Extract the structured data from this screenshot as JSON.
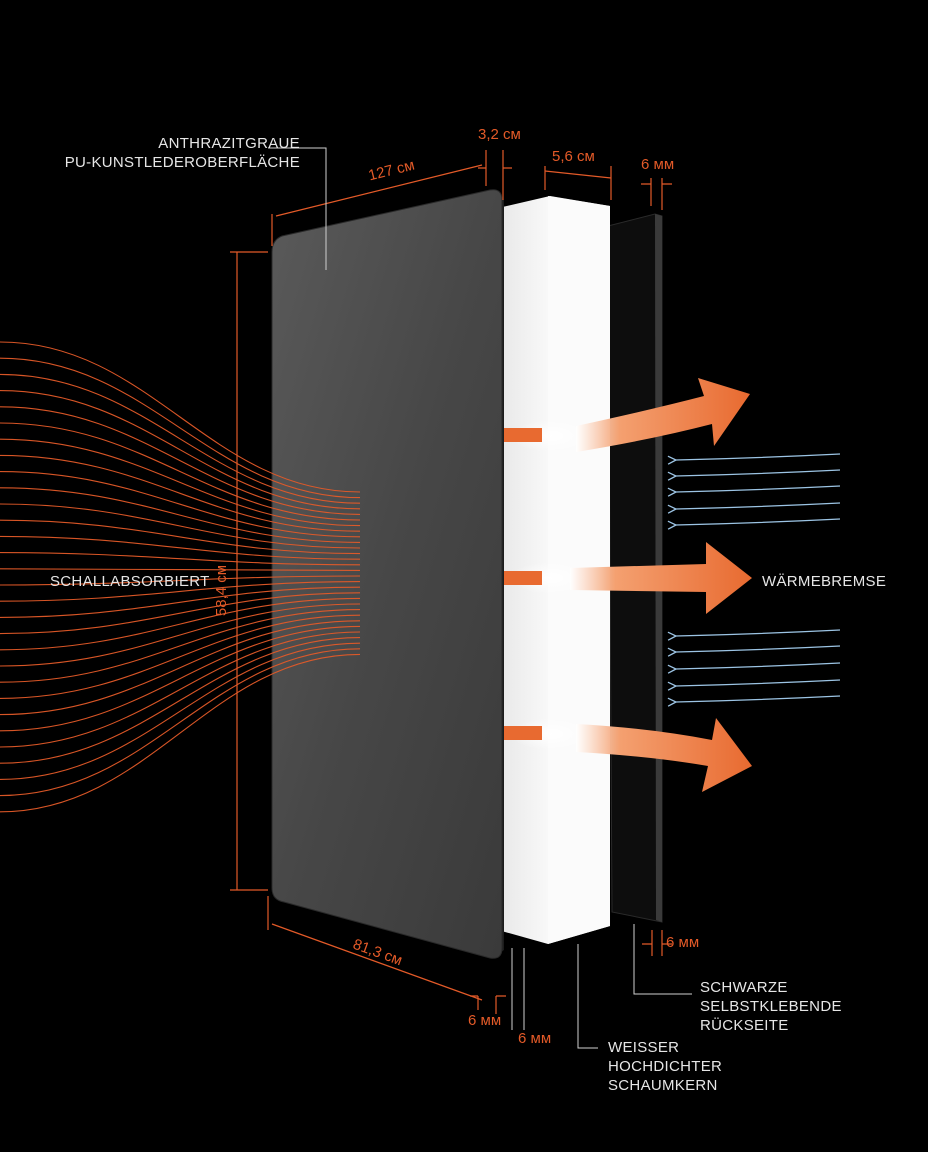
{
  "labels": {
    "surface": [
      "ANTHRAZITGRAUE",
      "PU-KUNSTLEDEROBERFLÄCHE"
    ],
    "sound": "SCHALLABSORBIERT",
    "heat": "WÄRMEBREMSE",
    "backing": [
      "SCHWARZE",
      "SELBSTKLEBENDE",
      "RÜCKSEITE"
    ],
    "foam": [
      "WEISSER",
      "HOCHDICHTER",
      "SCHAUMKERN"
    ]
  },
  "dimensions": {
    "panel_thickness": "3,2 см",
    "panel_length": "127 см",
    "foam_thickness": "5,6 см",
    "backing_thickness": "6 мм",
    "height": "58,4 см",
    "width": "81,3 см",
    "bottom_gap_1": "6 мм",
    "bottom_gap_2": "6 мм",
    "bottom_backing": "6 мм"
  },
  "colors": {
    "accent": "#e35a28",
    "panel": "#4a4a4a",
    "foam": "#f4f4f4",
    "backing": "#0d0d0d",
    "airflow": "#9cc4e4",
    "label_text": "#e6e6e6"
  }
}
